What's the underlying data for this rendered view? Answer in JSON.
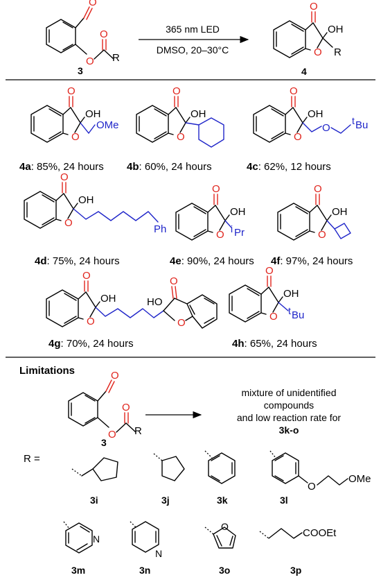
{
  "reaction": {
    "condition_top": "365 nm LED",
    "condition_bottom": "DMSO, 20–30°C",
    "reactant_label": "3",
    "product_label": "4",
    "R": "R",
    "O": "O",
    "OH": "OH"
  },
  "products": [
    {
      "id": "4a",
      "text": ": 85%, 24 hours",
      "sub": "OMe"
    },
    {
      "id": "4b",
      "text": ": 60%, 24 hours"
    },
    {
      "id": "4c",
      "text": ": 62%, 12 hours",
      "sub": "Bu",
      "sup": "t"
    },
    {
      "id": "4d",
      "text": ": 75%, 24 hours",
      "sub": "Ph"
    },
    {
      "id": "4e",
      "text": ": 90%, 24 hours",
      "sub": "Pr",
      "sup": "i"
    },
    {
      "id": "4f",
      "text": ": 97%, 24 hours"
    },
    {
      "id": "4g",
      "text": ": 70%, 24 hours",
      "sub": "HO"
    },
    {
      "id": "4h",
      "text": ": 65%, 24 hours",
      "sub": "Bu",
      "sup": "t"
    }
  ],
  "limitations": {
    "title": "Limitations",
    "result_lines": [
      "mixture of unidentified",
      "compounds",
      "and low reaction rate for"
    ],
    "result_bold": "3k-o",
    "substrate_label": "3",
    "R_eq": "R =",
    "groups": [
      {
        "id": "3i"
      },
      {
        "id": "3j"
      },
      {
        "id": "3k"
      },
      {
        "id": "3l",
        "sub": "OMe"
      },
      {
        "id": "3m",
        "atom": "N"
      },
      {
        "id": "3n",
        "atom": "N"
      },
      {
        "id": "3o",
        "atom": "O"
      },
      {
        "id": "3p",
        "sub": "COOEt"
      }
    ]
  }
}
